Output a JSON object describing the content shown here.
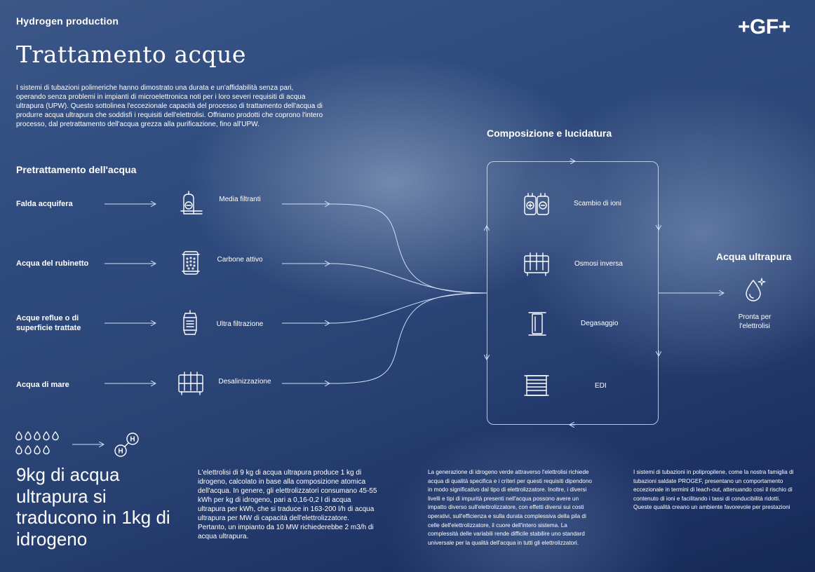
{
  "header": {
    "brand": "Hydrogen production",
    "logo": "+GF+",
    "title": "Trattamento acque",
    "intro": "I sistemi di tubazioni polimeriche hanno dimostrato una durata e un'affidabilità senza pari, operando senza problemi in impianti di microelettronica noti per i loro severi requisiti di acqua ultrapura (UPW). Questo sottolinea l'eccezionale capacità del processo di trattamento dell'acqua di produrre acqua ultrapura che soddisfi i requisiti dell'elettrolisi. Offriamo prodotti che coprono l'intero processo, dal pretrattamento dell'acqua grezza alla purificazione, fino all'UPW."
  },
  "pretreatment": {
    "title": "Pretrattamento dell'acqua",
    "sources": [
      {
        "label": "Falda acquifera"
      },
      {
        "label": "Acqua del rubinetto"
      },
      {
        "label": "Acque reflue o di superficie trattate"
      },
      {
        "label": "Acqua di mare"
      }
    ],
    "steps": [
      {
        "label": "Media filtranti",
        "icon": "filter-media-icon"
      },
      {
        "label": "Carbone attivo",
        "icon": "activated-carbon-icon"
      },
      {
        "label": "Ultra filtrazione",
        "icon": "ultrafiltration-icon"
      },
      {
        "label": "Desalinizzazione",
        "icon": "desalination-icon"
      }
    ]
  },
  "polishing": {
    "title": "Composizione e lucidatura",
    "steps": [
      {
        "label": "Scambio di ioni",
        "icon": "ion-exchange-icon"
      },
      {
        "label": "Osmosi inversa",
        "icon": "reverse-osmosis-icon"
      },
      {
        "label": "Degasaggio",
        "icon": "degassing-icon"
      },
      {
        "label": "EDI",
        "icon": "edi-icon"
      }
    ]
  },
  "output": {
    "title": "Acqua ultrapura",
    "caption": "Pronta per l'elettrolisi",
    "icon": "water-drop-sparkle-icon"
  },
  "footer": {
    "big_statement": "9kg di acqua ultrapura si traducono in 1kg di idrogeno",
    "drops_icon": "water-drops-icon",
    "h2_icon": "hydrogen-molecule-icon",
    "h_symbol": "H",
    "col1": "L'elettrolisi di 9 kg di acqua ultrapura produce 1 kg di idrogeno, calcolato in base alla composizione atomica dell'acqua. In genere, gli elettrolizzatori consumano 45-55 kWh per kg di idrogeno, pari a 0,16-0,2 l di acqua ultrapura per kWh, che si traduce in 163-200 l/h di acqua ultrapura per MW di capacità dell'elettrolizzatore. Pertanto, un impianto da 10 MW richiederebbe 2 m3/h di acqua ultrapura.",
    "col2": "La generazione di idrogeno verde attraverso l'elettrolisi richiede acqua di qualità specifica e i criteri per questi requisiti dipendono in modo significativo dal tipo di elettrolizzatore. Inoltre, i diversi livelli e tipi di impurità presenti nell'acqua possono avere un impatto diverso sull'elettrolizzatore, con effetti diversi sui costi operativi, sull'efficienza e sulla durata complessiva della pila di celle dell'elettrolizzatore, il cuore dell'intero sistema. La complessità delle variabili rende difficile stabilire uno standard universale per la qualità dell'acqua in tutti gli elettrolizzatori.",
    "col3": "I sistemi di tubazioni in polipropilene, come la nostra famiglia di tubazioni saldate PROGEF, presentano un comportamento eccezionale in termini di leach-out, attenuando così il rischio di contenuto di ioni e facilitando i tassi di conducibilità ridotti. Queste qualità creano un ambiente favorevole per prestazioni"
  }
}
